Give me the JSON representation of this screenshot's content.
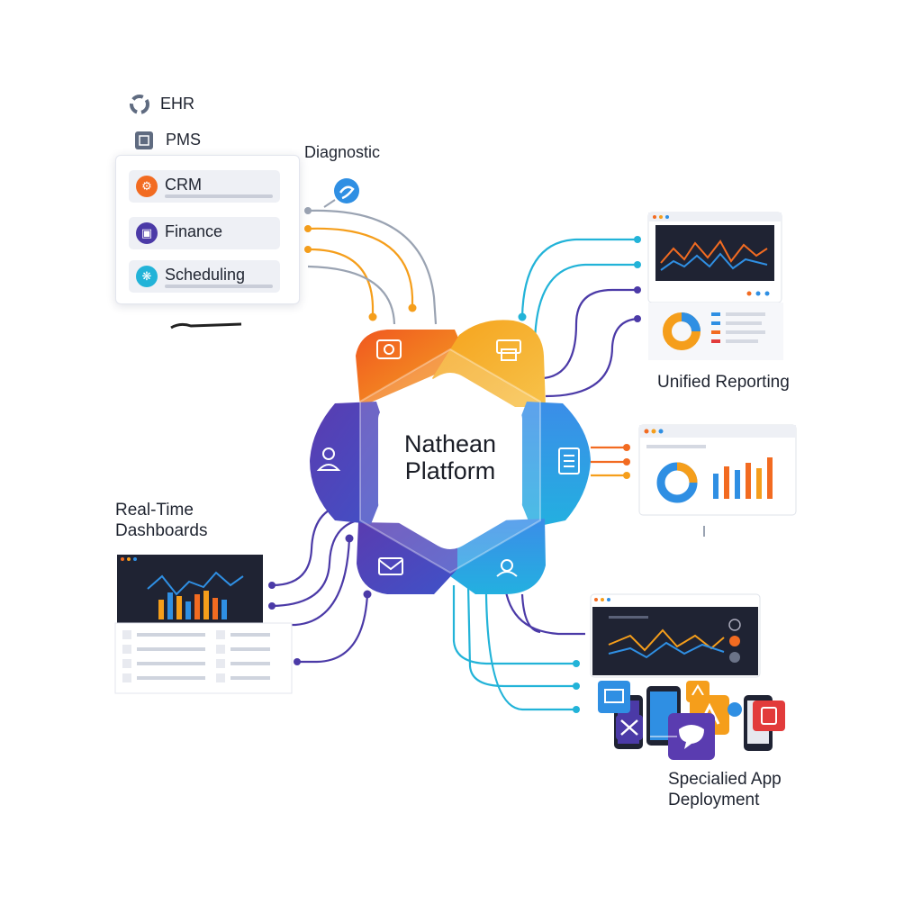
{
  "sources": {
    "ehr": "EHR",
    "pms": "PMS",
    "diagnostic": "Diagnostic",
    "crm": "CRM",
    "finance": "Finance",
    "scheduling": "Scheduling"
  },
  "platform": {
    "line1": "Nathean",
    "line2": "Platform"
  },
  "outputs": {
    "unified_reporting": "Unified Reporting",
    "realtime_line1": "Real-Time",
    "realtime_line2": "Dashboards",
    "specialized_line1": "Specialied App",
    "specialized_line2": "Deployment"
  },
  "colors": {
    "orange": "#f26b21",
    "amber": "#f59e1b",
    "blue": "#2f8fe3",
    "purple": "#4b3aa7",
    "cyan": "#22b3d8",
    "gray_line": "#9aa3b2",
    "dark_panel": "#1f2333"
  }
}
